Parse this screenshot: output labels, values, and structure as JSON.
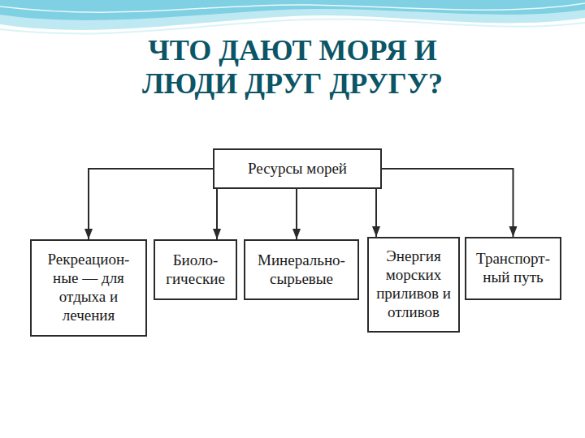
{
  "diagram": {
    "title": "ЧТО ДАЮТ МОРЯ И ЛЮДИ ДРУГ ДРУГУ?",
    "nodes": [
      {
        "text": [
          "Ресурсы морей"
        ]
      },
      {
        "text": [
          "Рекреацион- ные — для отдыха и лечения"
        ]
      },
      {
        "text": [
          "Биоло- гические"
        ]
      },
      {
        "text": [
          "Минерально- сырьевые"
        ]
      },
      {
        "text": [
          "Энергия морских приливов и отливов"
        ]
      },
      {
        "text": [
          "Транспорт- ный путь"
        ]
      }
    ],
    "edges": [
      {
        "from": 0,
        "to": 1,
        "arrow": "to"
      },
      {
        "from": 0,
        "to": 2,
        "arrow": "to"
      },
      {
        "from": 0,
        "to": 3,
        "arrow": "to"
      },
      {
        "from": 0,
        "to": 4,
        "arrow": "to"
      },
      {
        "from": 0,
        "to": 5,
        "arrow": "to"
      }
    ]
  }
}
